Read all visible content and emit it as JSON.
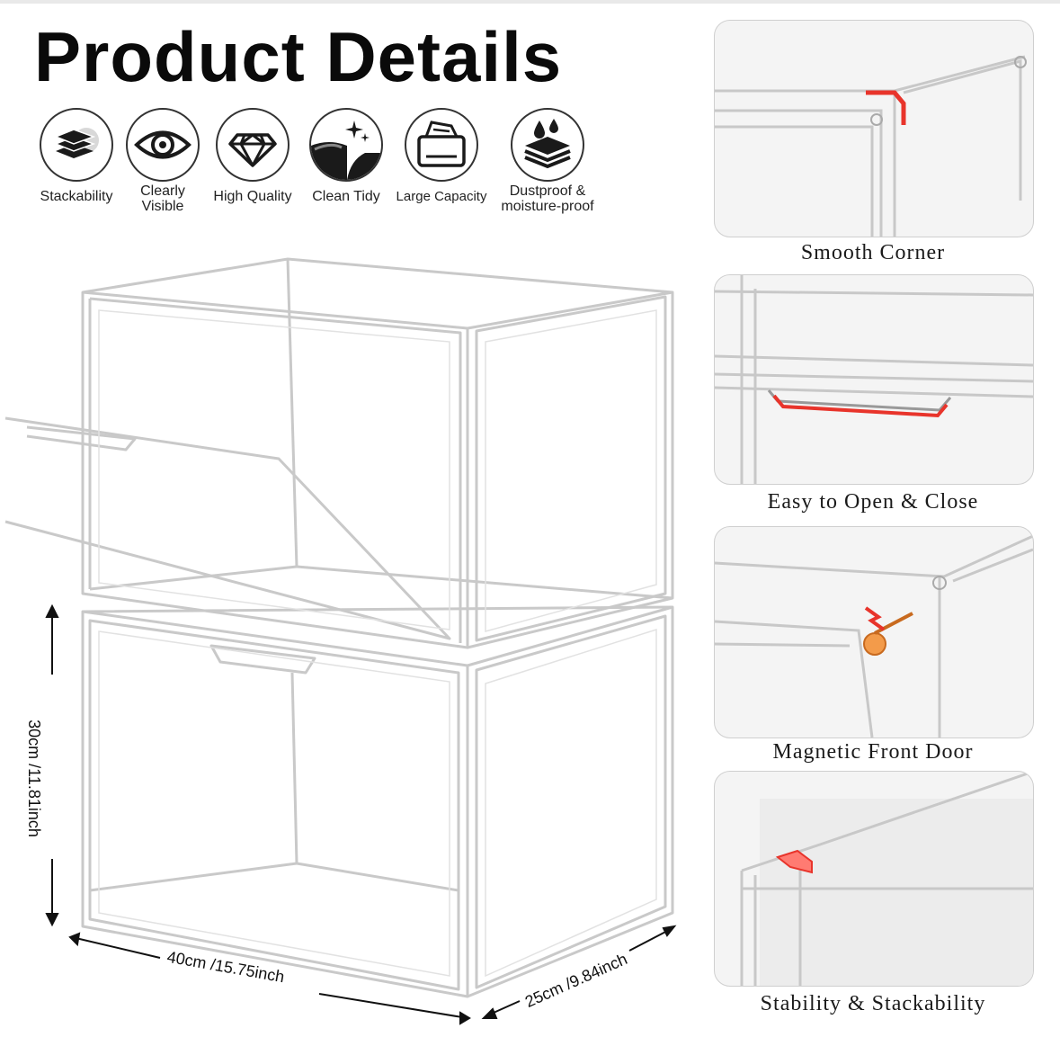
{
  "title": "Product Details",
  "features": [
    {
      "label": "Stackability",
      "icon": "stack-layers-icon"
    },
    {
      "label": "Clearly\nVisible",
      "icon": "eye-icon"
    },
    {
      "label": "High Quality",
      "icon": "diamond-icon"
    },
    {
      "label": "Clean Tidy",
      "icon": "sparkle-surface-icon"
    },
    {
      "label": "Large Capacity",
      "icon": "storage-box-icon"
    },
    {
      "label": "Dustproof &\nmoisture-proof",
      "icon": "water-drop-shield-icon"
    }
  ],
  "dimensions": {
    "height": "30cm /11.81inch",
    "width": "40cm /15.75inch",
    "depth": "25cm /9.84inch"
  },
  "details": [
    {
      "caption": "Smooth Corner"
    },
    {
      "caption": "Easy to Open & Close"
    },
    {
      "caption": "Magnetic Front Door"
    },
    {
      "caption": "Stability & Stackability"
    }
  ],
  "colors": {
    "highlight": "#e8342b",
    "outline": "#c8c8c8",
    "text": "#111111"
  }
}
